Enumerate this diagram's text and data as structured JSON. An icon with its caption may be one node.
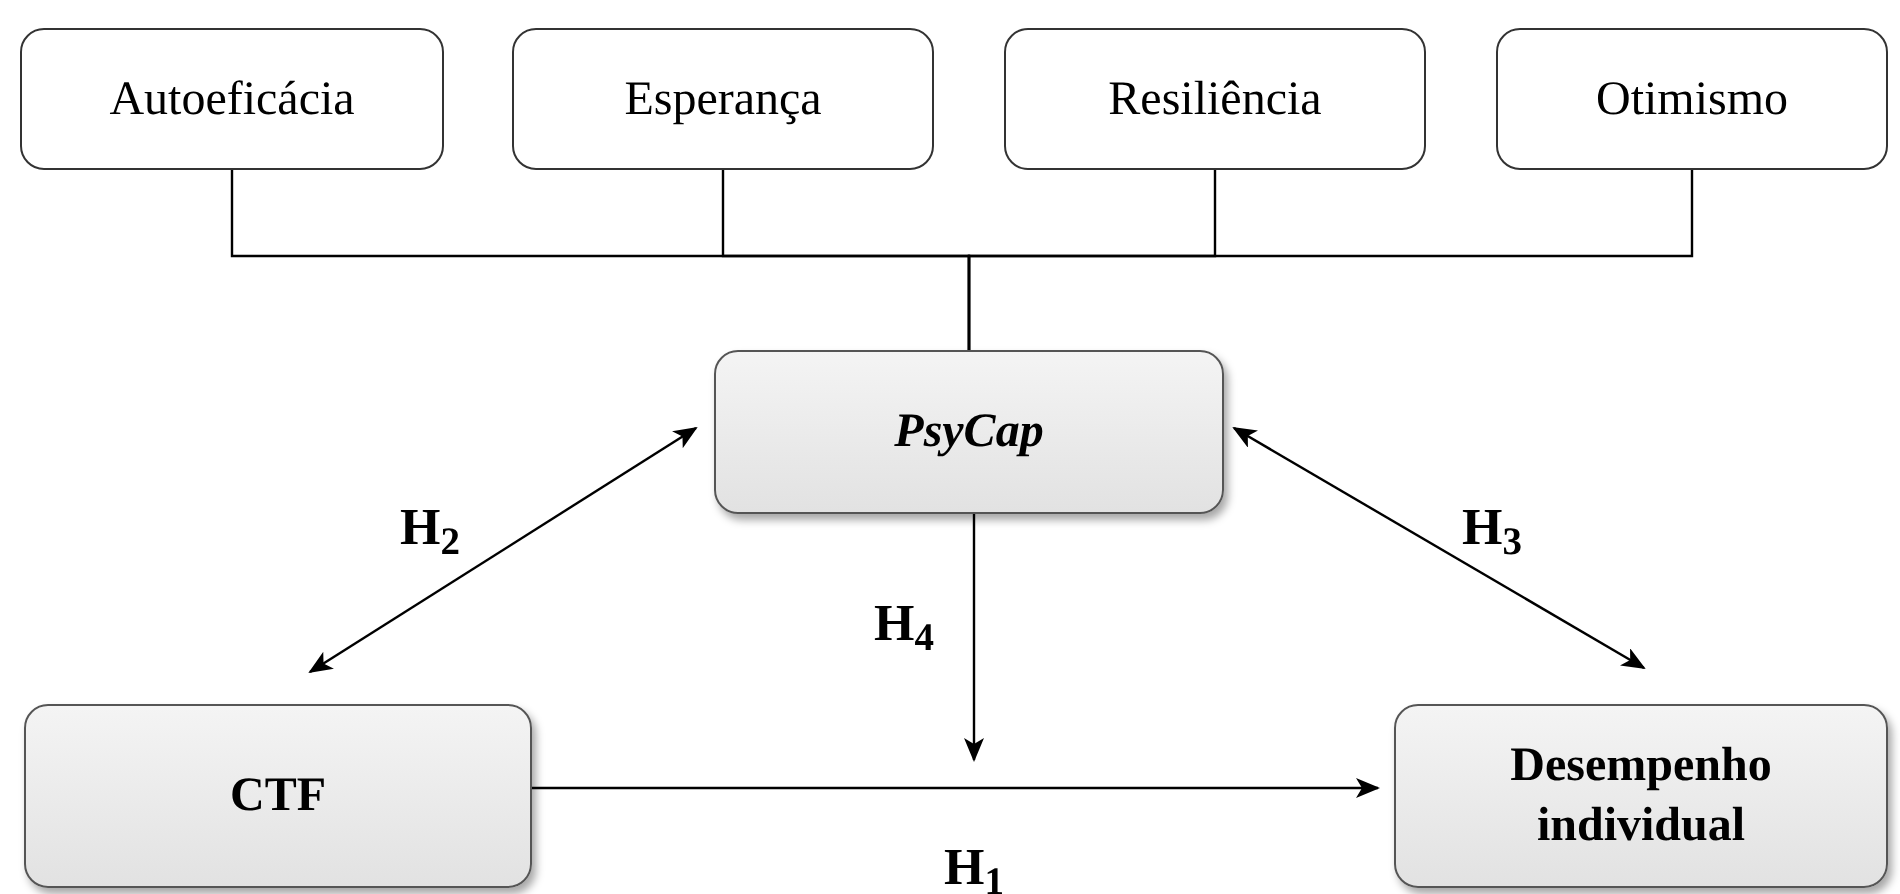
{
  "diagram": {
    "nodes": [
      {
        "text": [
          "Autoeficácia"
        ]
      },
      {
        "text": [
          "Esperança"
        ]
      },
      {
        "text": [
          "Resiliência"
        ]
      },
      {
        "text": [
          "Otimismo"
        ]
      },
      {
        "text": [
          "PsyCap"
        ]
      },
      {
        "text": [
          "CTF"
        ]
      },
      {
        "text": [
          "Desempenho individual"
        ]
      }
    ],
    "edges": [
      {
        "from": 0,
        "to": 4,
        "arrow": "none"
      },
      {
        "from": 1,
        "to": 4,
        "arrow": "none"
      },
      {
        "from": 2,
        "to": 4,
        "arrow": "none"
      },
      {
        "from": 3,
        "to": 4,
        "arrow": "none"
      },
      {
        "from": 4,
        "to": 5,
        "arrow": "both",
        "label": "H$_{2}$"
      },
      {
        "from": 4,
        "to": 6,
        "arrow": "both",
        "label": "H$_{3}$"
      },
      {
        "from": 4,
        "to": null,
        "arrow": "to",
        "label": "H$_{4}$"
      },
      {
        "from": 5,
        "to": 6,
        "arrow": "to",
        "label": "H$_{1}$"
      }
    ]
  }
}
